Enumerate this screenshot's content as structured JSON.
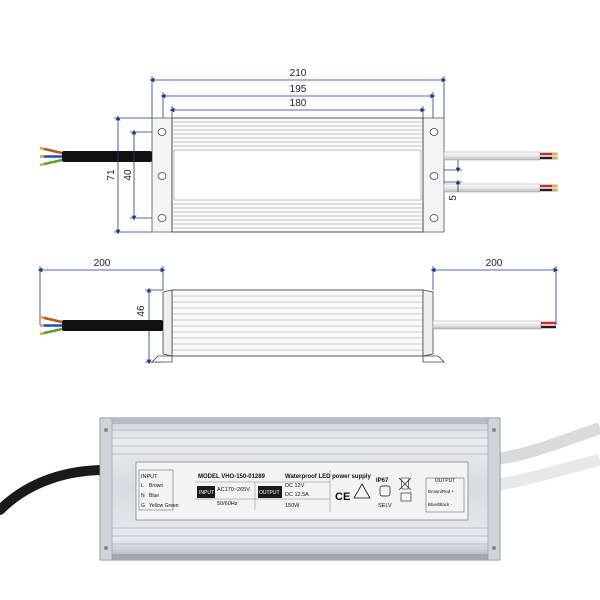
{
  "top_view": {
    "dim_overall": "210",
    "dim_mount": "195",
    "dim_body": "180",
    "dim_height": "71",
    "dim_inner": "40",
    "dim_slot": "5"
  },
  "side_view": {
    "dim_input_cable": "200",
    "dim_output_cable": "200",
    "dim_thickness": "46"
  },
  "label": {
    "input_title": "INPUT",
    "input_rows": [
      {
        "code": "L",
        "name": "Brown"
      },
      {
        "code": "N",
        "name": "Blue"
      },
      {
        "code": "G",
        "name": "Yellow Green"
      }
    ],
    "model": "MODEL VHO-150-01289",
    "product": "Waterproof LED power supply",
    "input_tag": "INPUT",
    "input_voltage": "AC170~265V",
    "input_freq": "50/60Hz",
    "output_tag": "OUTPUT",
    "output_voltage": "DC 12V",
    "output_current": "DC 12.5A",
    "output_power": "150W",
    "cert_ce": "CE",
    "ip_rating": "IP67",
    "selv": "SELV",
    "output_title": "OUTPUT",
    "output_rows": [
      "Brown/Red +",
      "Blue/Black -"
    ]
  }
}
